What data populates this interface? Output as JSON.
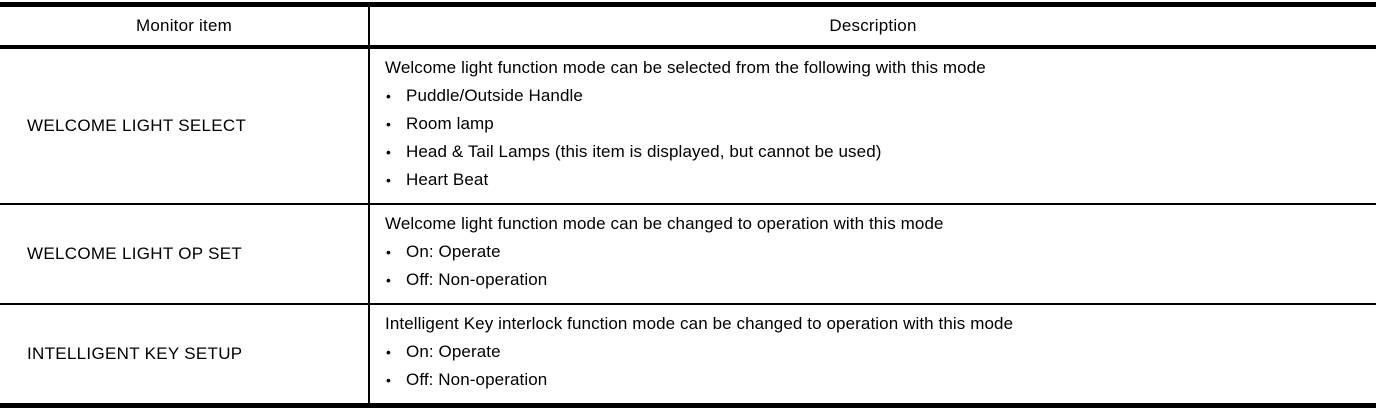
{
  "table": {
    "bullet_glyph": "•",
    "colors": {
      "border": "#000000",
      "text": "#000000",
      "background": "#ffffff"
    },
    "columns": [
      {
        "label": "Monitor item"
      },
      {
        "label": "Description"
      }
    ],
    "rows": [
      {
        "item": "WELCOME LIGHT SELECT",
        "intro": "Welcome light function mode can be selected from the following with this mode",
        "bullets": [
          "Puddle/Outside Handle",
          "Room lamp",
          "Head & Tail Lamps (this item is displayed, but cannot be used)",
          "Heart Beat"
        ]
      },
      {
        "item": "WELCOME LIGHT OP SET",
        "intro": "Welcome light function mode can be changed to operation with this mode",
        "bullets": [
          "On: Operate",
          "Off: Non-operation"
        ]
      },
      {
        "item": "INTELLIGENT KEY SETUP",
        "intro": "Intelligent Key interlock function mode can be changed to operation with this mode",
        "bullets": [
          "On: Operate",
          "Off: Non-operation"
        ]
      }
    ]
  }
}
